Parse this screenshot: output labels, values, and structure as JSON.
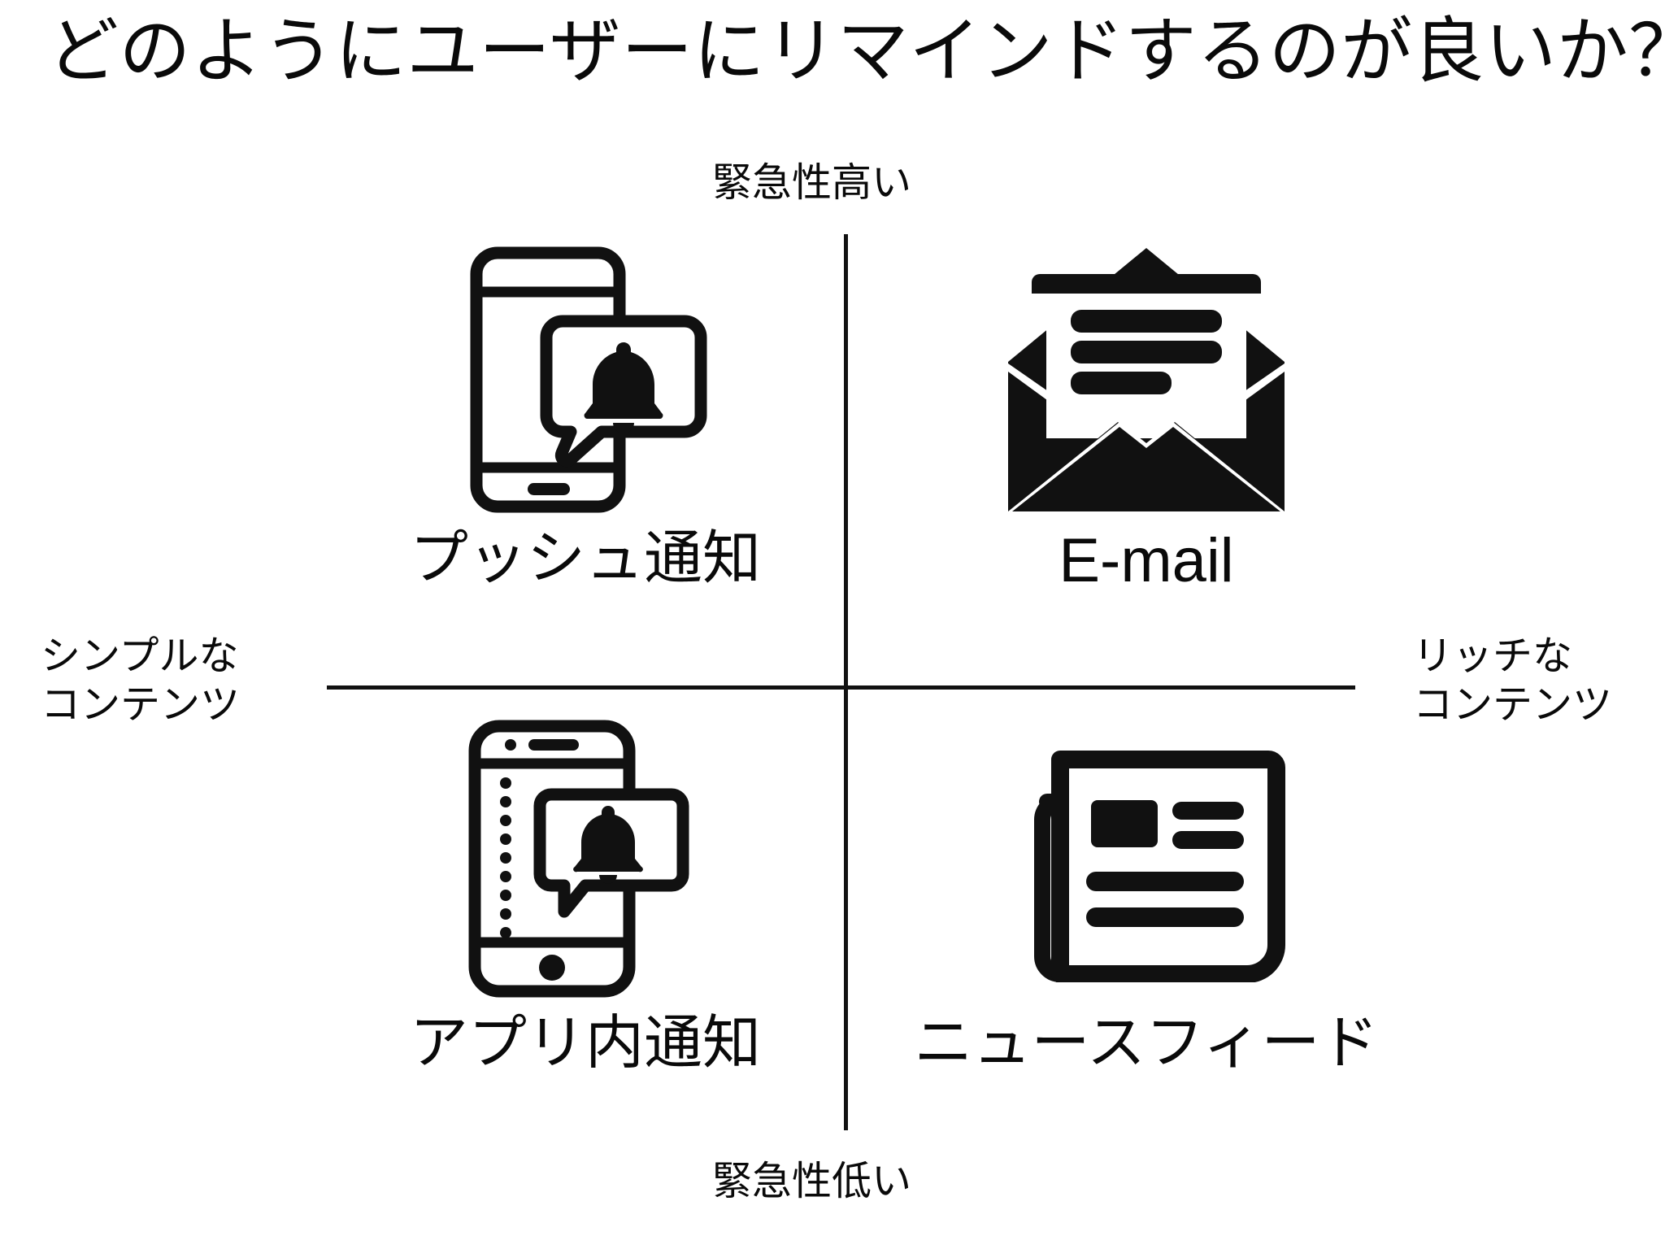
{
  "slide": {
    "title": "どのようにユーザーにリマインドするのが良いか？",
    "background_color": "#ffffff",
    "ink_color": "#0a0a0a"
  },
  "axes": {
    "vertical": {
      "top_label": "緊急性高い",
      "bottom_label": "緊急性低い"
    },
    "horizontal": {
      "left_label_line1": "シンプルな",
      "left_label_line2": "コンテンツ",
      "right_label_line1": "リッチな",
      "right_label_line2": "コンテンツ"
    }
  },
  "quadrants": [
    {
      "position": "top-left",
      "label": "プッシュ通知",
      "icon": "phone-push-notification-bell-icon",
      "urgency": "高い",
      "content_richness": "シンプル"
    },
    {
      "position": "top-right",
      "label": "E-mail",
      "icon": "open-envelope-letter-icon",
      "urgency": "高い",
      "content_richness": "リッチ"
    },
    {
      "position": "bottom-left",
      "label": "アプリ内通知",
      "icon": "phone-in-app-notification-bell-icon",
      "urgency": "低い",
      "content_richness": "シンプル"
    },
    {
      "position": "bottom-right",
      "label": "ニュースフィード",
      "icon": "newspaper-icon",
      "urgency": "低い",
      "content_richness": "リッチ"
    }
  ]
}
